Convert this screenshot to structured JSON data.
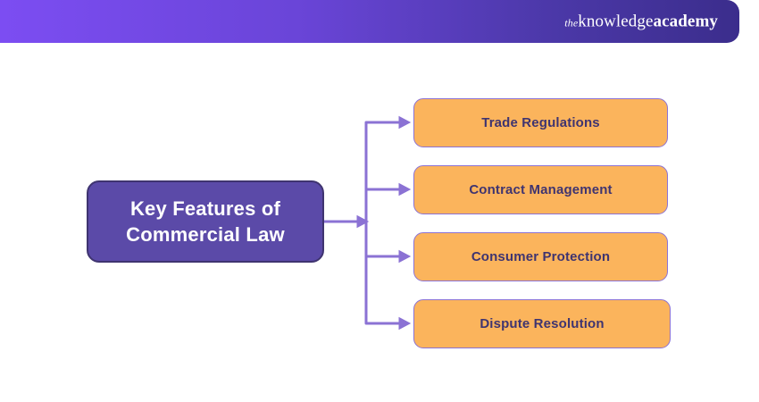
{
  "header": {
    "logo": {
      "prefix": "the",
      "word1": "knowledge",
      "word2": "academy"
    },
    "gradient_start": "#7c4df2",
    "gradient_end": "#3b2d8c"
  },
  "diagram": {
    "type": "mind-map",
    "root": {
      "label": "Key Features of Commercial Law",
      "line1": "Key Features of",
      "line2": "Commercial Law",
      "fill": "#5b4aa8",
      "border": "#3f3470",
      "text_color": "#ffffff"
    },
    "connector": {
      "color": "#8b72d4",
      "stroke_width": 3
    },
    "features": [
      {
        "label": "Trade Regulations",
        "fill": "#fbb45c",
        "border": "#8b72d4",
        "text_color": "#3f3470"
      },
      {
        "label": "Contract Management",
        "fill": "#fbb45c",
        "border": "#8b72d4",
        "text_color": "#3f3470"
      },
      {
        "label": "Consumer Protection",
        "fill": "#fbb45c",
        "border": "#8b72d4",
        "text_color": "#3f3470"
      },
      {
        "label": "Dispute Resolution",
        "fill": "#fbb45c",
        "border": "#8b72d4",
        "text_color": "#3f3470"
      }
    ]
  }
}
